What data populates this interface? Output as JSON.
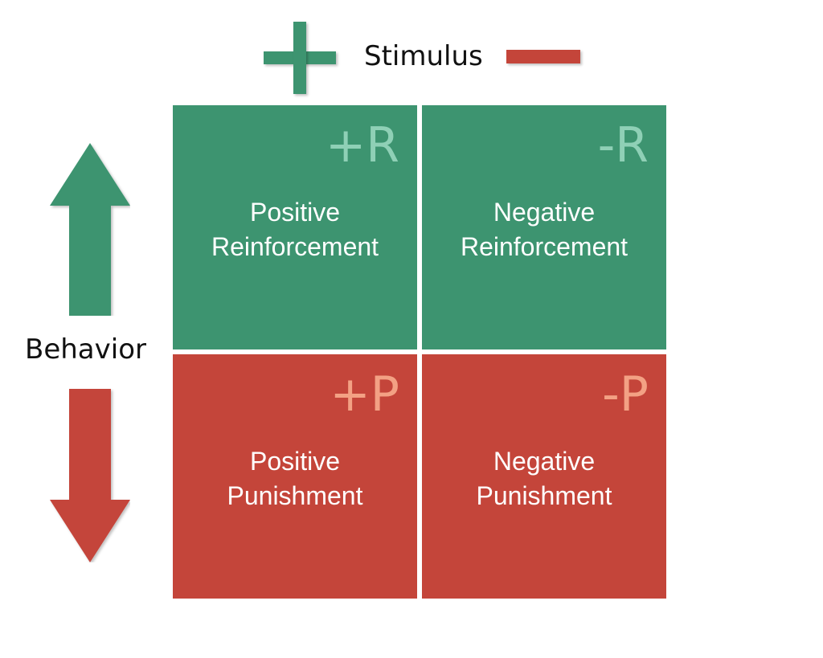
{
  "colors": {
    "green": "#3d9470",
    "red": "#c4453a",
    "green_code_text": "#8fd0b6",
    "red_code_text": "#f3a184"
  },
  "header": {
    "stimulus_label": "Stimulus",
    "plus_icon": "plus-icon",
    "minus_icon": "minus-icon"
  },
  "side": {
    "behavior_label": "Behavior",
    "up_icon": "arrow-up-icon",
    "down_icon": "arrow-down-icon"
  },
  "grid": {
    "cells": [
      {
        "code": "+R",
        "line1": "Positive",
        "line2": "Reinforcement"
      },
      {
        "code": "-R",
        "line1": "Negative",
        "line2": "Reinforcement"
      },
      {
        "code": "+P",
        "line1": "Positive",
        "line2": "Punishment"
      },
      {
        "code": "-P",
        "line1": "Negative",
        "line2": "Punishment"
      }
    ]
  }
}
